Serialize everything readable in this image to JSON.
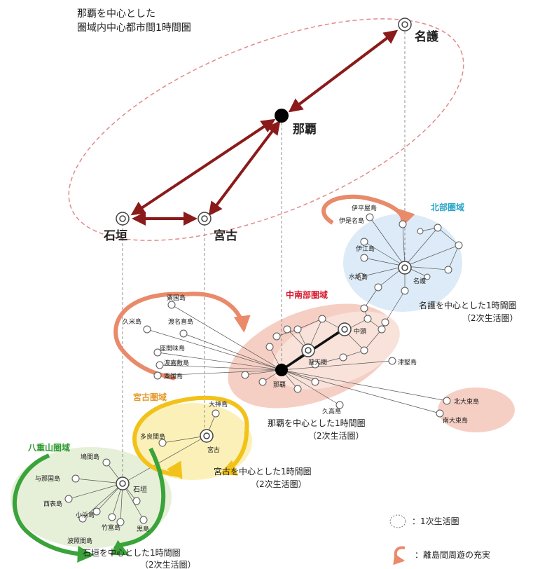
{
  "title_line1": "那覇を中心とした",
  "title_line2": "圏域内中心都市間1時間圏",
  "hubs": {
    "naha": "那覇",
    "nago": "名護",
    "ishigaki": "石垣",
    "miyako": "宮古"
  },
  "regions": {
    "north": "北部圏域",
    "central_south": "中南部圏域",
    "miyako": "宮古圏域",
    "yaeyama": "八重山圏域"
  },
  "notes": {
    "nago_1h": "名護を中心とした1時間圏",
    "nago_2nd": "（2次生活圏）",
    "naha_1h": "那覇を中心とした1時間圏",
    "naha_2nd": "（2次生活圏）",
    "miyako_1h": "宮古を中心とした1時間圏",
    "miyako_2nd": "（2次生活圏）",
    "ishigaki_1h": "石垣を中心とした1時間圏",
    "ishigaki_2nd": "（2次生活圏）"
  },
  "islands": {
    "iheya": "伊平屋島",
    "izena": "伊是名島",
    "ie": "伊江島",
    "minna": "水納島",
    "nago_local": "名護",
    "aguni": "粟国島",
    "kume": "久米島",
    "tonaki": "渡名喜島",
    "zamami": "座間味島",
    "tokashiki": "渡嘉敷島",
    "tonaki2": "粟国島",
    "nakagami": "中頭",
    "futenma": "普天間",
    "naha_local": "那覇",
    "tsuken": "津堅島",
    "kudaka": "久高島",
    "kitadaito": "北大東島",
    "minamidaito": "南大東島",
    "ogami": "大神島",
    "tarama": "多良間島",
    "miyako_local": "宮古",
    "hateruma_n": "鳩間島",
    "yonaguni": "与那国島",
    "iriomote": "西表島",
    "kohama": "小浜島",
    "taketomi": "竹富島",
    "kuroshima": "黒島",
    "hateruma": "波照間島",
    "ishigaki_local": "石垣"
  },
  "legend": {
    "primary": "：1次生活圏",
    "enrich": "：離島間周遊の充実"
  },
  "colors": {
    "arrow": "#8b1a1a",
    "dashed_ellipse": "#e28a8a",
    "north_fill": "#dcebf7",
    "central_fill": "#f6cfc4",
    "miyako_fill": "#fbf1b8",
    "yaeyama_fill": "#e6efd8",
    "north_label": "#2aa6c8",
    "central_label": "#d81b2f",
    "miyako_label": "#e59a2a",
    "yaeyama_label": "#2f9a2f",
    "orange_arrow": "#e98a6a",
    "yellow_arrow": "#f2c21a",
    "green_arrow": "#3aa33a"
  }
}
